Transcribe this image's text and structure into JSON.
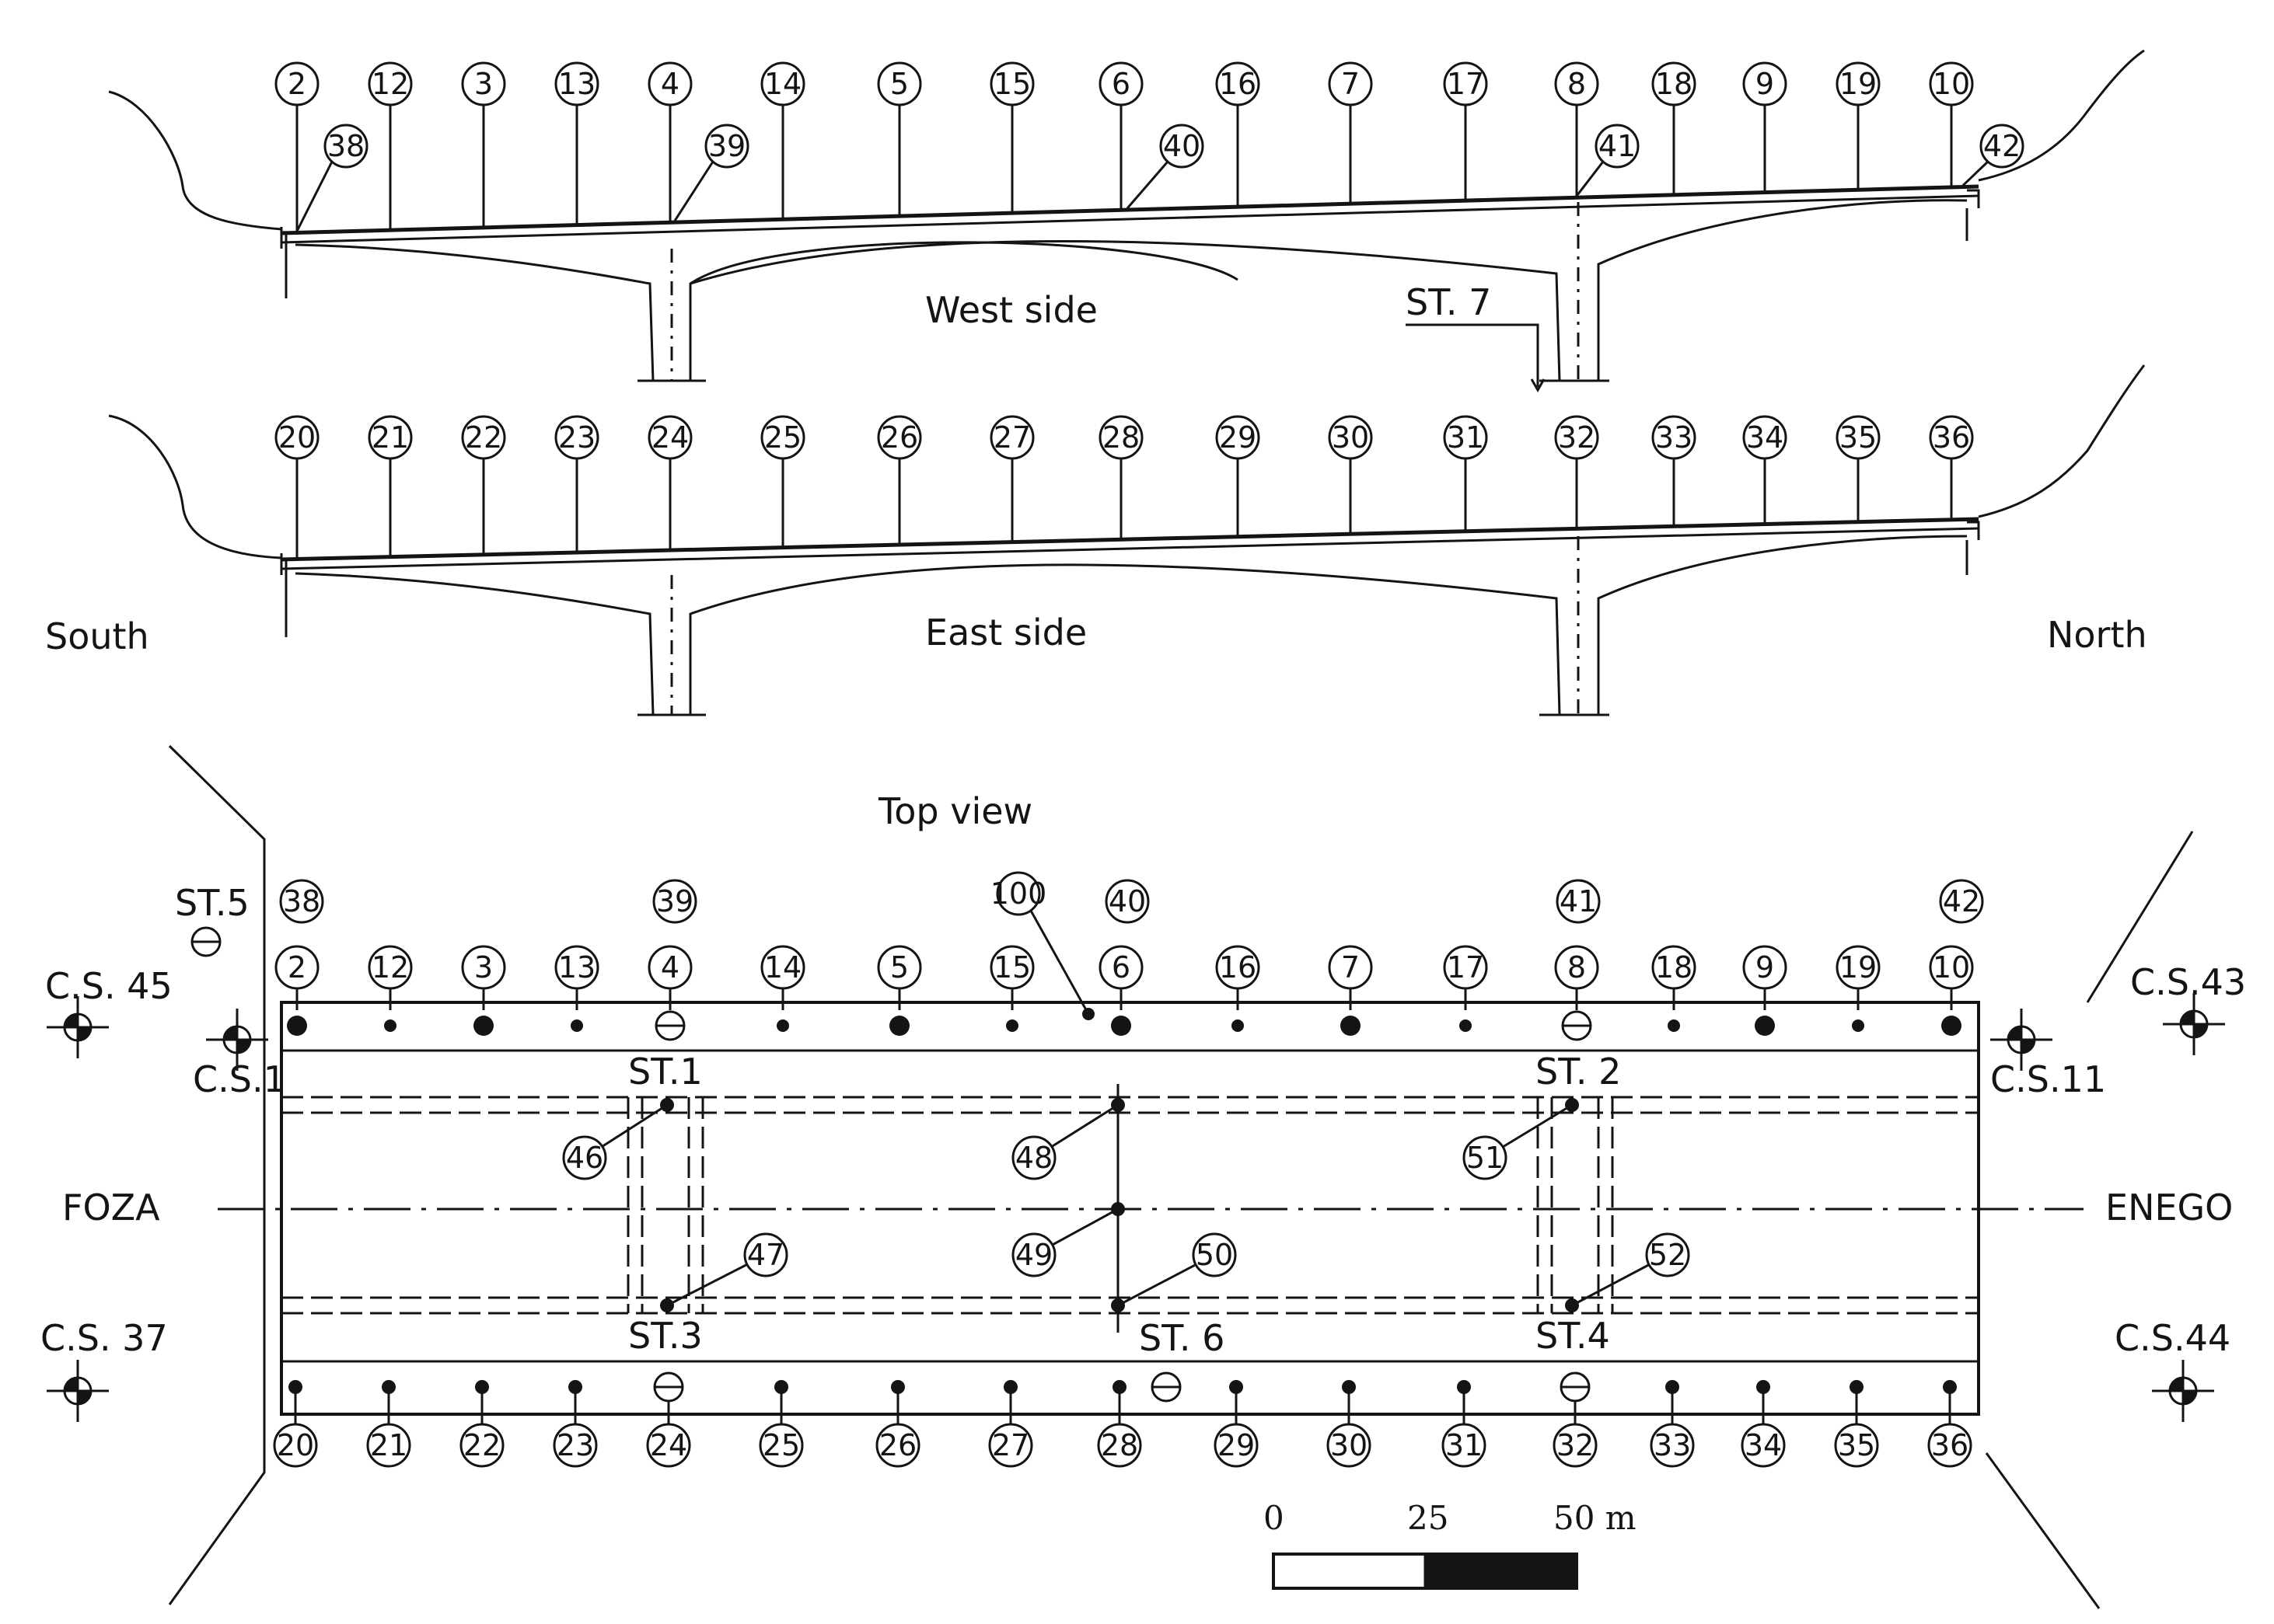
{
  "labels": {
    "west_side": "West side",
    "east_side": "East side",
    "top_view": "Top view",
    "south": "South",
    "north": "North",
    "foza": "FOZA",
    "enego": "ENEGO",
    "st1": "ST.1",
    "st2": "ST. 2",
    "st3": "ST.3",
    "st4": "ST.4",
    "st5": "ST.5",
    "st6": "ST. 6",
    "st7": "ST. 7",
    "cs1": "C.S.1",
    "cs11": "C.S.11",
    "cs37": "C.S. 37",
    "cs43": "C.S.43",
    "cs44": "C.S.44",
    "cs45": "C.S. 45"
  },
  "scale_bar": {
    "labels": [
      "0",
      "25",
      "50 m"
    ]
  },
  "west_side": {
    "top_markers": [
      "2",
      "12",
      "3",
      "13",
      "4",
      "14",
      "5",
      "15",
      "6",
      "16",
      "7",
      "17",
      "8",
      "18",
      "9",
      "19",
      "10"
    ],
    "lower_markers": [
      "38",
      "39",
      "40",
      "41",
      "42"
    ]
  },
  "east_side": {
    "top_markers": [
      "20",
      "21",
      "22",
      "23",
      "24",
      "25",
      "26",
      "27",
      "28",
      "29",
      "30",
      "31",
      "32",
      "33",
      "34",
      "35",
      "36"
    ]
  },
  "top_view": {
    "upper_markers": [
      "2",
      "12",
      "3",
      "13",
      "4",
      "14",
      "5",
      "15",
      "6",
      "16",
      "7",
      "17",
      "8",
      "18",
      "9",
      "19",
      "10"
    ],
    "upper_extra_markers": [
      "38",
      "39",
      "40",
      "41",
      "42"
    ],
    "marker_100": "100",
    "lower_markers": [
      "20",
      "21",
      "22",
      "23",
      "24",
      "25",
      "26",
      "27",
      "28",
      "29",
      "30",
      "31",
      "32",
      "33",
      "34",
      "35",
      "36"
    ],
    "station_markers": [
      "46",
      "47",
      "48",
      "49",
      "50",
      "51",
      "52"
    ]
  },
  "colors": {
    "ink": "#141414",
    "paper": "#ffffff"
  }
}
